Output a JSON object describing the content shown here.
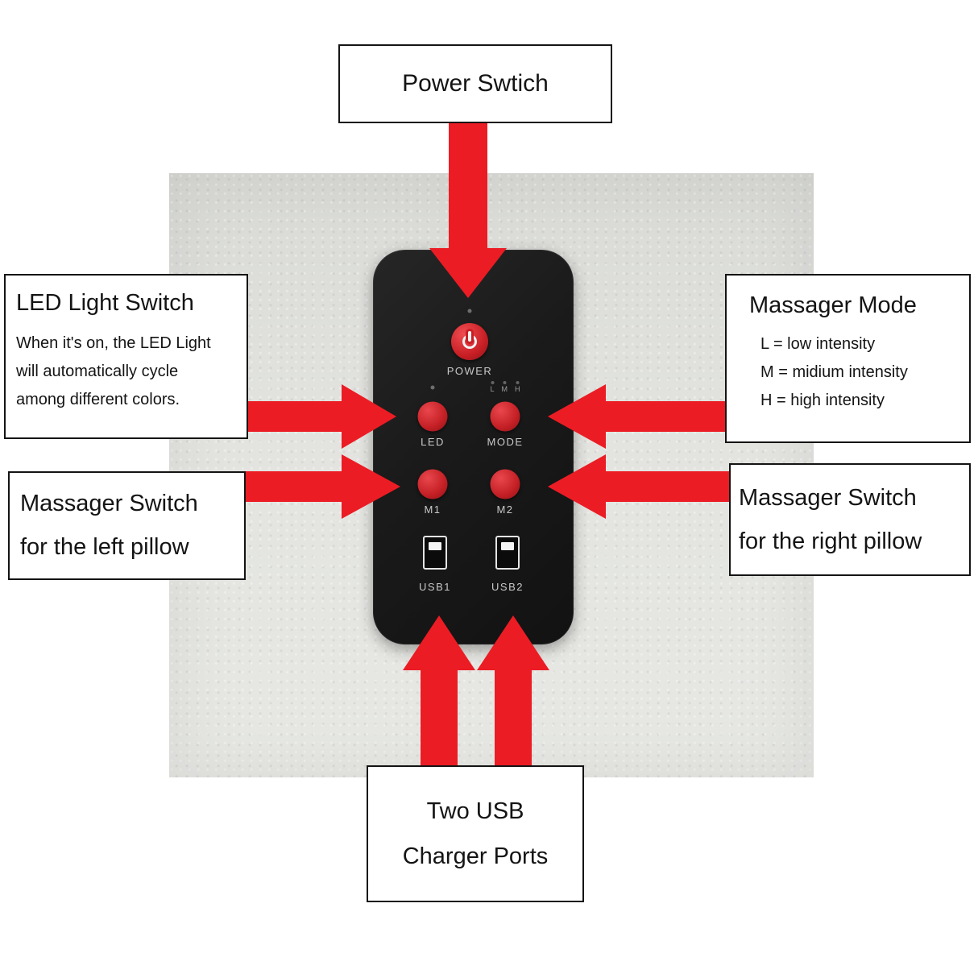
{
  "colors": {
    "arrow_red": "#ec1c24",
    "button_red": "#c81f25",
    "panel_black": "#1a1a1a",
    "upholstery_gray": "#e0e1dd",
    "panel_label_gray": "#c9c9c9"
  },
  "callouts": {
    "power": {
      "title": "Power Swtich"
    },
    "led": {
      "title": "LED Light Switch",
      "lines": [
        "When it's on, the LED Light",
        "will automatically cycle",
        "among different colors."
      ]
    },
    "mode": {
      "title": "Massager Mode",
      "lines": [
        "L = low intensity",
        "M = midium intensity",
        "H = high intensity"
      ]
    },
    "left_massager": {
      "lines": [
        "Massager Switch",
        "for the left pillow"
      ]
    },
    "right_massager": {
      "lines": [
        "Massager Switch",
        "for the right pillow"
      ]
    },
    "usb": {
      "lines": [
        "Two USB",
        "Charger Ports"
      ]
    }
  },
  "panel": {
    "power_label": "POWER",
    "buttons": {
      "led": "LED",
      "mode": "MODE",
      "m1": "M1",
      "m2": "M2"
    },
    "usb_ports": {
      "usb1": "USB1",
      "usb2": "USB2"
    },
    "mode_indicators": [
      "L",
      "M",
      "H"
    ]
  }
}
